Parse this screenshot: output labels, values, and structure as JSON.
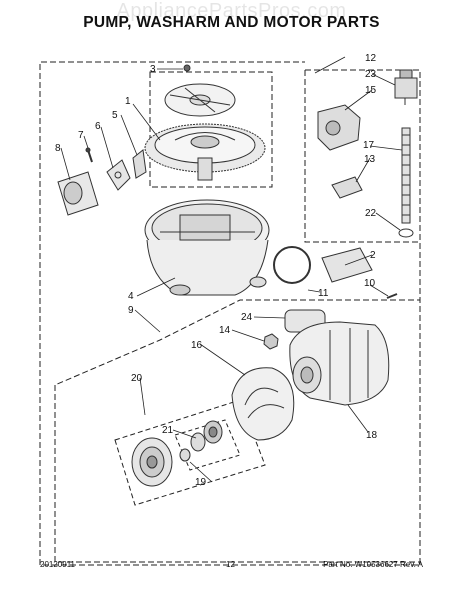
{
  "watermark": "AppliancePartsPros.com",
  "title": "PUMP, WASHARM AND MOTOR PARTS",
  "callouts": [
    "1",
    "2",
    "3",
    "4",
    "5",
    "6",
    "7",
    "8",
    "9",
    "10",
    "11",
    "12",
    "13",
    "14",
    "15",
    "16",
    "17",
    "18",
    "19",
    "20",
    "21",
    "22",
    "23",
    "24"
  ],
  "footer": {
    "date": "20120911",
    "page": "12",
    "part_number": "Part No.  W10536627  Rev.  A"
  }
}
